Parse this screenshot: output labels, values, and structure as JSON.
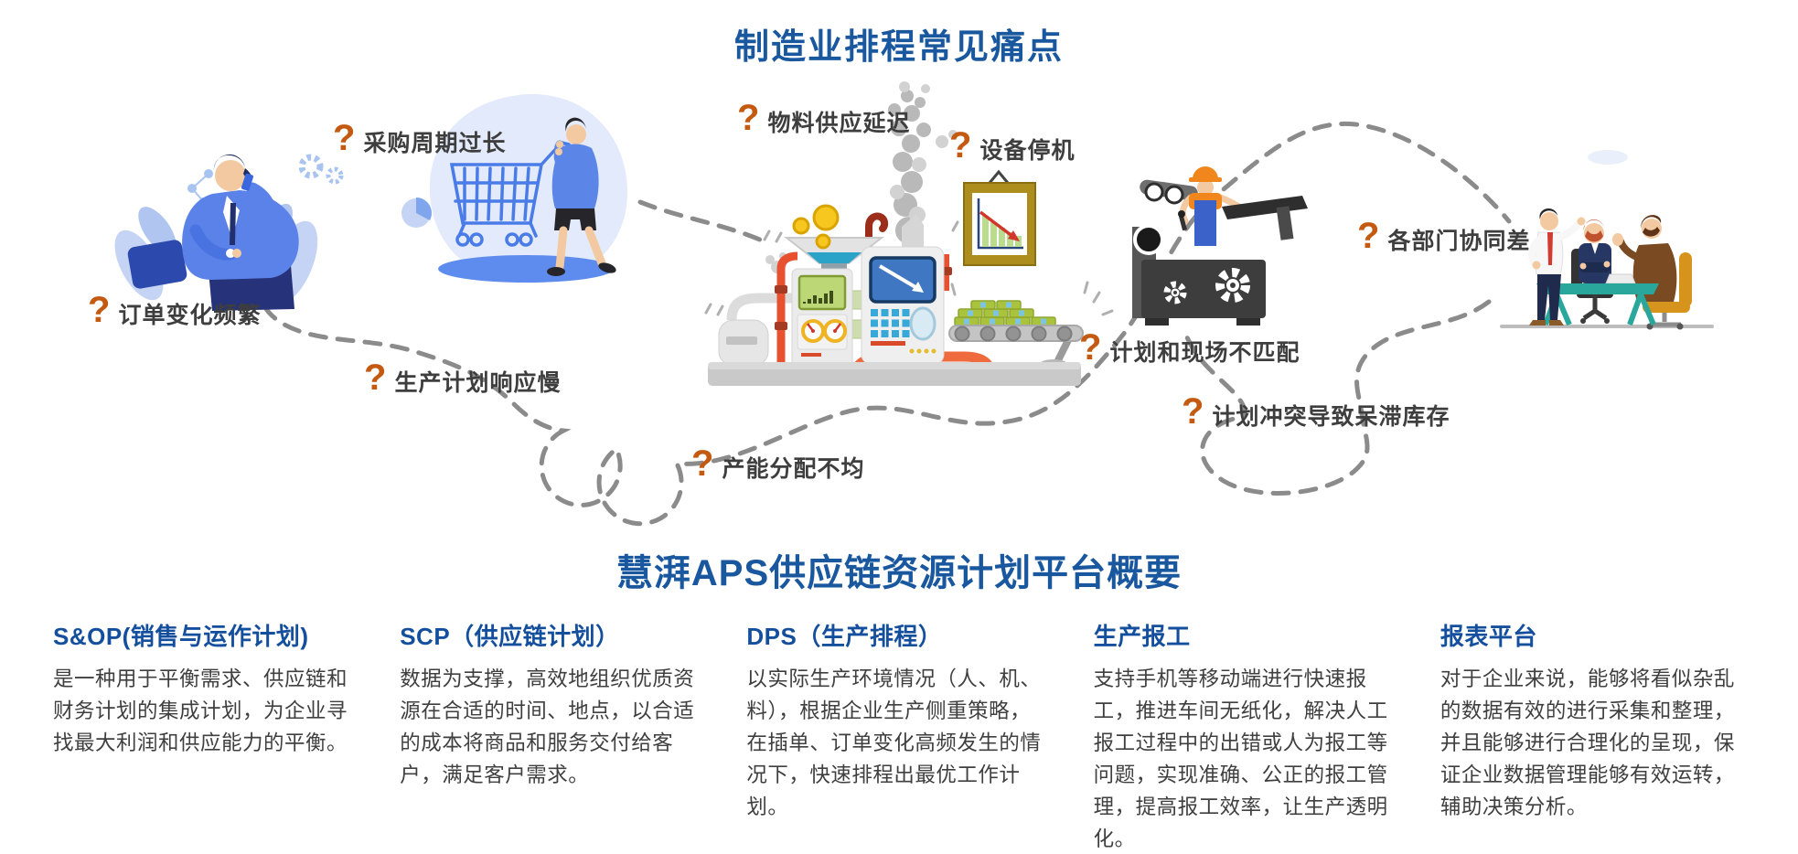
{
  "page": {
    "title": "制造业排程常见痛点",
    "section_title": "慧湃APS供应链资源计划平台概要"
  },
  "colors": {
    "title_blue": "#19579f",
    "column_title_blue": "#144f9e",
    "question_orange": "#c45a11",
    "label_text": "#3e3e3e",
    "body_text": "#3f3f3f",
    "dashed_route_gray": "#8b8b8b"
  },
  "icons": {
    "question_mark": "?"
  },
  "pain_points": [
    {
      "label": "采购周期过长"
    },
    {
      "label": "物料供应延迟"
    },
    {
      "label": "设备停机"
    },
    {
      "label": "订单变化频繁"
    },
    {
      "label": "生产计划响应慢"
    },
    {
      "label": "产能分配不均"
    },
    {
      "label": "计划和现场不匹配"
    },
    {
      "label": "计划冲突导致呆滞库存"
    },
    {
      "label": "各部门协同差"
    }
  ],
  "platform": {
    "columns": [
      {
        "title": "S&OP(销售与运作计划)",
        "body": "是一种用于平衡需求、供应链和财务计划的集成计划，为企业寻找最大利润和供应能力的平衡。"
      },
      {
        "title": "SCP（供应链计划）",
        "body": "数据为支撑，高效地组织优质资源在合适的时间、地点，以合适的成本将商品和服务交付给客户，满足客户需求。"
      },
      {
        "title": "DPS（生产排程）",
        "body": "以实际生产环境情况（人、机、料），根据企业生产侧重策略，在插单、订单变化高频发生的情况下，快速排程出最优工作计划。"
      },
      {
        "title": "生产报工",
        "body": "支持手机等移动端进行快速报工，推进车间无纸化，解决人工报工过程中的出错或人为报工等问题，实现准确、公正的报工管理，提高报工效率，让生产透明化。"
      },
      {
        "title": "报表平台",
        "body": "对于企业来说，能够将看似杂乱的数据有效的进行采集和整理，并且能够进行合理化的呈现，保证企业数据管理能够有效运转，辅助决策分析。"
      }
    ]
  }
}
